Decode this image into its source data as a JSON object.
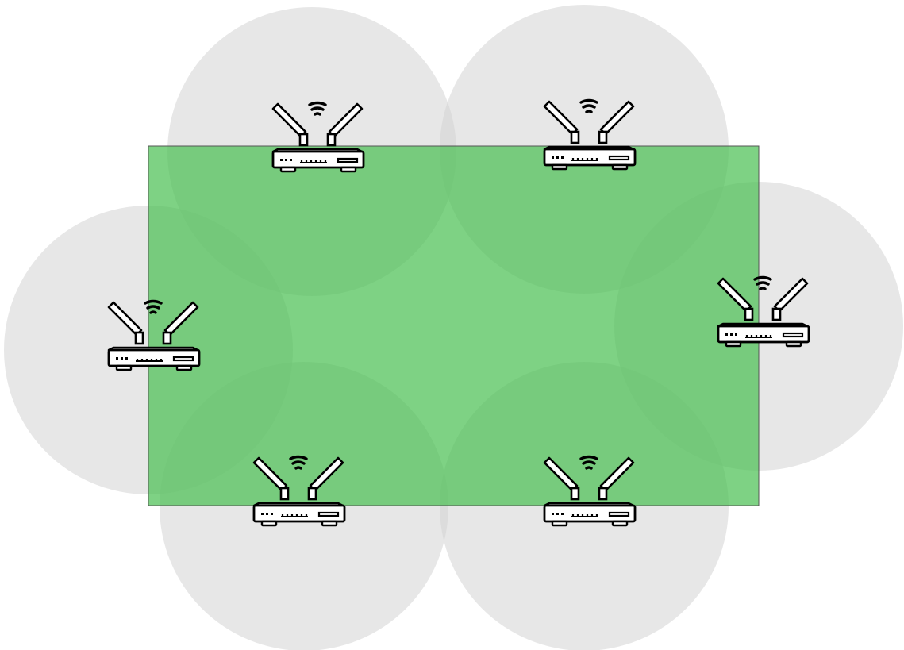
{
  "diagram": {
    "colors": {
      "background": "#ffffff",
      "coverage_circle": "#d3d3d3",
      "area_fill": "#4cc055",
      "area_border": "#555555",
      "router_fill": "#ffffff",
      "router_stroke": "#000000"
    },
    "coverage_area": {
      "icon": "rectangle-area"
    },
    "routers": [
      {
        "name": "router-top-left",
        "icon": "wifi-router-icon"
      },
      {
        "name": "router-top-right",
        "icon": "wifi-router-icon"
      },
      {
        "name": "router-middle-left",
        "icon": "wifi-router-icon"
      },
      {
        "name": "router-middle-right",
        "icon": "wifi-router-icon"
      },
      {
        "name": "router-bottom-left",
        "icon": "wifi-router-icon"
      },
      {
        "name": "router-bottom-right",
        "icon": "wifi-router-icon"
      }
    ]
  }
}
